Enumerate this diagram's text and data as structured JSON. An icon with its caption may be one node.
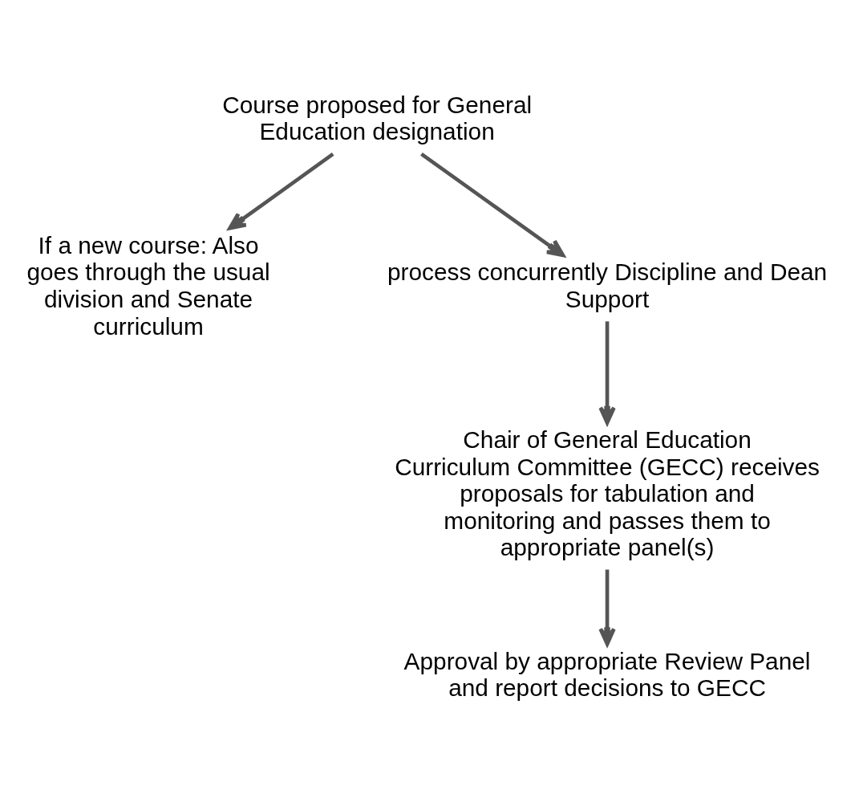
{
  "diagram": {
    "nodes": [
      {
        "text": [
          "Course proposed for General Education designation"
        ]
      },
      {
        "text": [
          "If a new course: Also goes through the usual division and Senate curriculum"
        ]
      },
      {
        "text": [
          "process concurrently Discipline and Dean Support"
        ]
      },
      {
        "text": [
          "Chair of General Education Curriculum Committee (GECC) receives proposals for tabulation and monitoring and passes them to appropriate panel(s)"
        ]
      },
      {
        "text": [
          "Approval by appropriate Review Panel and report decisions to GECC"
        ]
      }
    ],
    "edges": [
      {
        "from": 0,
        "to": 2,
        "arrow": "to"
      },
      {
        "from": 0,
        "to": 1,
        "arrow": "to"
      },
      {
        "from": 2,
        "to": 3,
        "arrow": "to"
      },
      {
        "from": 3,
        "to": 4,
        "arrow": "to"
      }
    ]
  }
}
